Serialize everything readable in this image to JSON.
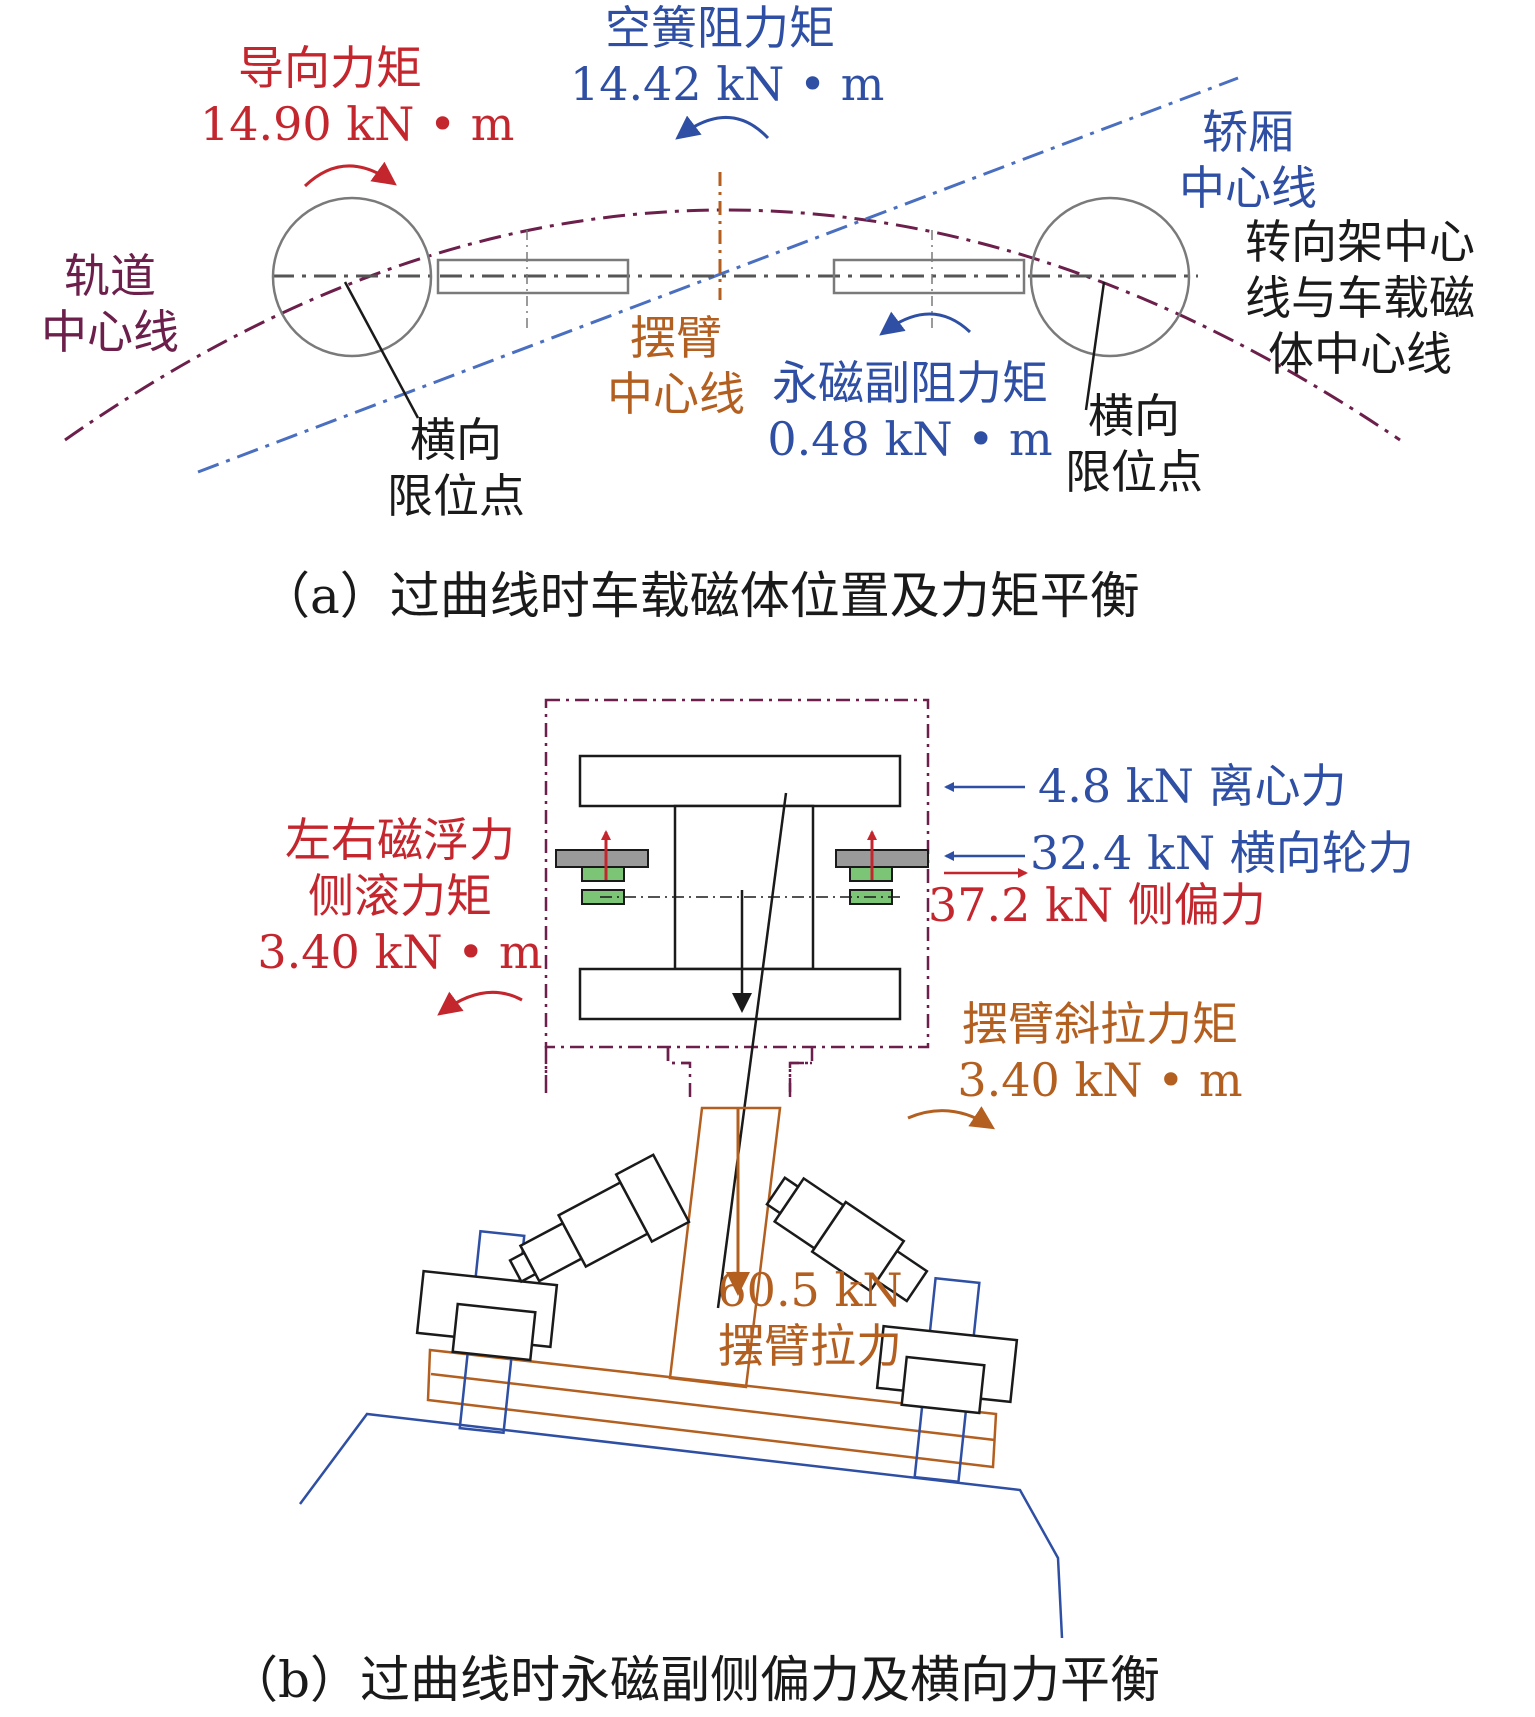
{
  "colors": {
    "red": "#c4262e",
    "blue": "#2e4fa3",
    "dark_purple": "#6b1f4a",
    "orange": "#b35f20",
    "gray": "#7a7a7a",
    "green": "#7cc576",
    "black": "#1a1a1a"
  },
  "panel_a": {
    "guide_moment": {
      "label": "导向力矩",
      "value": "14.90 kN • m"
    },
    "air_spring_moment": {
      "label": "空簧阻力矩",
      "value": "14.42 kN • m"
    },
    "car_body_centerline": {
      "line1": "轿厢",
      "line2": "中心线"
    },
    "bogie_magnet_centerline": {
      "line1": "转向架中心",
      "line2": "线与车载磁",
      "line3": "体中心线"
    },
    "track_centerline": {
      "line1": "轨道",
      "line2": "中心线"
    },
    "swing_arm_centerline": {
      "line1": "摆臂",
      "line2": "中心线"
    },
    "pm_pair_moment": {
      "label": "永磁副阻力矩",
      "value": "0.48 kN • m"
    },
    "lateral_stop_left": {
      "line1": "横向",
      "line2": "限位点"
    },
    "lateral_stop_right": {
      "line1": "横向",
      "line2": "限位点"
    },
    "caption": "（a）过曲线时车载磁体位置及力矩平衡"
  },
  "panel_b": {
    "centrifugal_force": "4.8 kN  离心力",
    "lateral_wheel_force": "32.4 kN  横向轮力",
    "side_offset_force": "37.2 kN  侧偏力",
    "levitation": {
      "line1": "左右磁浮力",
      "line2": "侧滚力矩",
      "line3": "3.40 kN • m"
    },
    "swing_arm_moment": {
      "line1": "摆臂斜拉力矩",
      "line2": "3.40 kN • m"
    },
    "swing_arm_tension": {
      "line1": "60.5 kN",
      "line2": "摆臂拉力"
    },
    "caption": "（b）过曲线时永磁副侧偏力及横向力平衡"
  }
}
